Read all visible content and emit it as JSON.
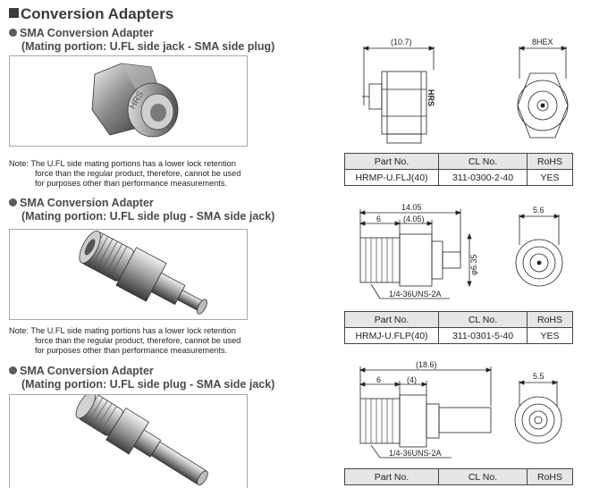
{
  "page": {
    "title": "Conversion Adapters"
  },
  "table_headers": [
    "Part No.",
    "CL No.",
    "RoHS"
  ],
  "sections": [
    {
      "title": "SMA Conversion Adapter",
      "subtitle": "(Mating portion: U.FL side jack - SMA side plug)",
      "note_line1": "Note: The U.FL side mating portions has a lower lock retention",
      "note_line2": "force than the regular product, therefore, cannot be used",
      "note_line3": "for purposes other than performance measurements.",
      "dims": {
        "overall": "(10.7)",
        "hex": "8HEX",
        "marking": "HRS"
      },
      "row": {
        "part_no": "HRMP-U.FLJ(40)",
        "cl_no": "311-0300-2-40",
        "rohs": "YES"
      }
    },
    {
      "title": "SMA Conversion Adapter",
      "subtitle": "(Mating portion: U.FL side plug - SMA side jack)",
      "note_line1": "Note: The U.FL side mating portions has a lower lock retention",
      "note_line2": "force than the regular product, therefore, cannot be used",
      "note_line3": "for purposes other than performance measurements.",
      "dims": {
        "overall": "14.05",
        "a": "6",
        "b": "(4.05)",
        "dia": "φ6.35",
        "end": "5.6",
        "thread": "1/4-36UNS-2A"
      },
      "row": {
        "part_no": "HRMJ-U.FLP(40)",
        "cl_no": "311-0301-5-40",
        "rohs": "YES"
      }
    },
    {
      "title": "SMA Conversion Adapter",
      "subtitle": "(Mating portion: U.FL side plug - SMA side jack)",
      "dims": {
        "overall": "(18.6)",
        "a": "6",
        "b": "(4)",
        "end": "5.5",
        "thread": "1/4-36UNS-2A"
      }
    }
  ]
}
